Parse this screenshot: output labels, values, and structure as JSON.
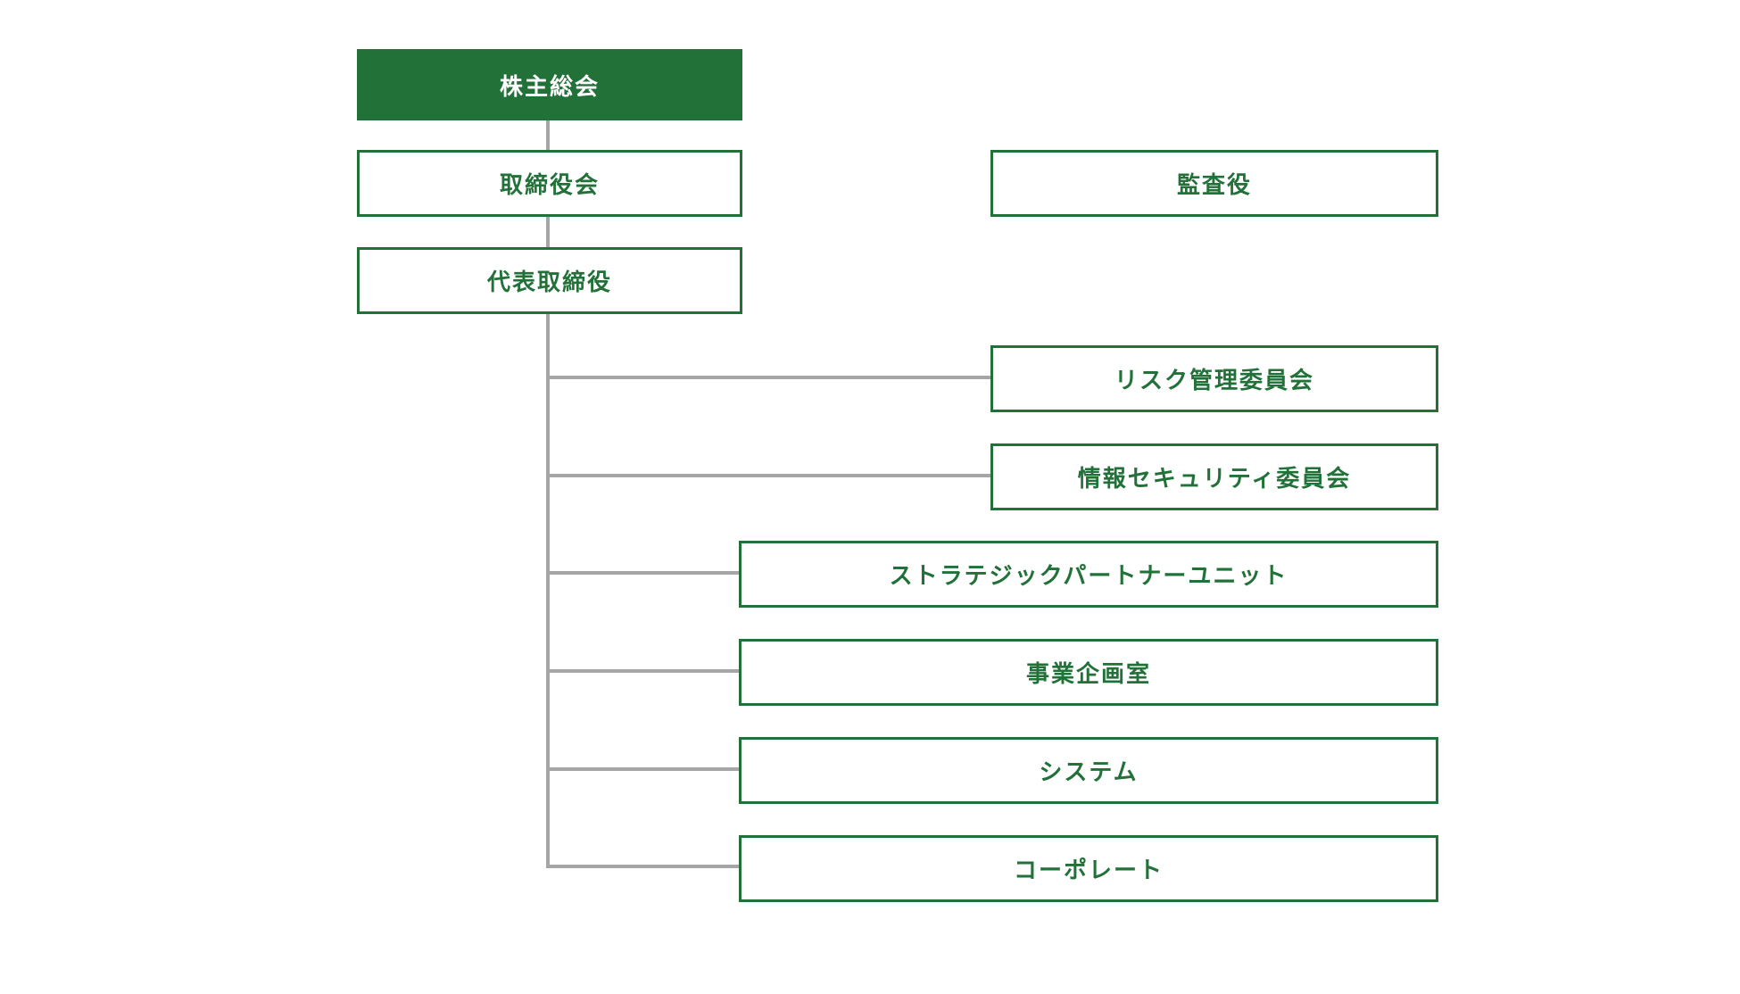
{
  "colors": {
    "accent_green": "#227139",
    "connector_gray": "#a6a6a6",
    "background": "#ffffff"
  },
  "org_chart": {
    "type": "organizational-chart",
    "nodes": {
      "shareholders": {
        "label": "株主総会",
        "style": "filled"
      },
      "board": {
        "label": "取締役会",
        "style": "outlined"
      },
      "auditor": {
        "label": "監査役",
        "style": "outlined"
      },
      "ceo": {
        "label": "代表取締役",
        "style": "outlined"
      },
      "risk": {
        "label": "リスク管理委員会",
        "style": "outlined"
      },
      "infosec": {
        "label": "情報セキュリティ委員会",
        "style": "outlined"
      },
      "spu": {
        "label": "ストラテジックパートナーユニット",
        "style": "outlined"
      },
      "bizplan": {
        "label": "事業企画室",
        "style": "outlined"
      },
      "system": {
        "label": "システム",
        "style": "outlined"
      },
      "corporate": {
        "label": "コーポレート",
        "style": "outlined"
      }
    },
    "edges": [
      {
        "from": "shareholders",
        "to": "board"
      },
      {
        "from": "board",
        "to": "ceo"
      },
      {
        "from": "ceo",
        "to": "risk"
      },
      {
        "from": "ceo",
        "to": "infosec"
      },
      {
        "from": "ceo",
        "to": "spu"
      },
      {
        "from": "ceo",
        "to": "bizplan"
      },
      {
        "from": "ceo",
        "to": "system"
      },
      {
        "from": "ceo",
        "to": "corporate"
      }
    ]
  }
}
